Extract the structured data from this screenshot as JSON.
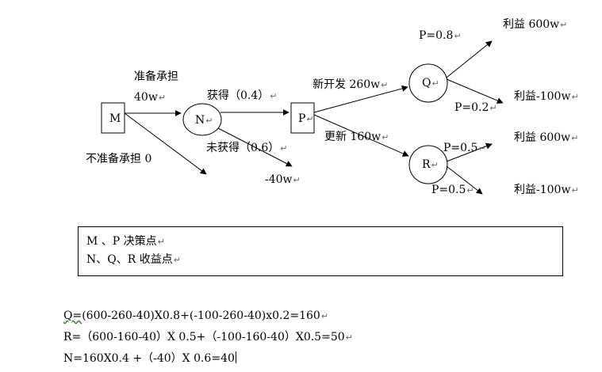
{
  "nodes": {
    "M": "M",
    "N": "N",
    "P": "P",
    "Q": "Q",
    "R": "R"
  },
  "edges": {
    "prepare_line1": "准备承担",
    "prepare_line2": "40w",
    "not_prepare": "不准备承担  0",
    "obtain": "获得（0.4）",
    "not_obtain": "未获得（0.6）",
    "not_obtain_value": "-40w",
    "new_develop": "新开发 260w",
    "update": "更新 160w",
    "q_p_high": "P=0.8",
    "q_p_low": "P=0.2",
    "r_p_high": "P=0.5",
    "r_p_low": "P=0.5",
    "q_profit_high": "利益 600w",
    "q_profit_low": "利益-100w",
    "r_profit_high": "利益 600w",
    "r_profit_low": "利益-100w"
  },
  "legend": {
    "decision_points": "M  、P  决策点",
    "chance_points": "N、Q、R 收益点"
  },
  "formulas": {
    "q_prefix": "Q=",
    "q_rest": "(600-260-40)X0.8+(-100-260-40)x0.2=160",
    "r": "R=（600-160-40）X 0.5+（-100-160-40）X0.5=50",
    "n": "N=160X0.4 +（-40）X 0.6=40"
  },
  "paragraph_mark": "↵"
}
